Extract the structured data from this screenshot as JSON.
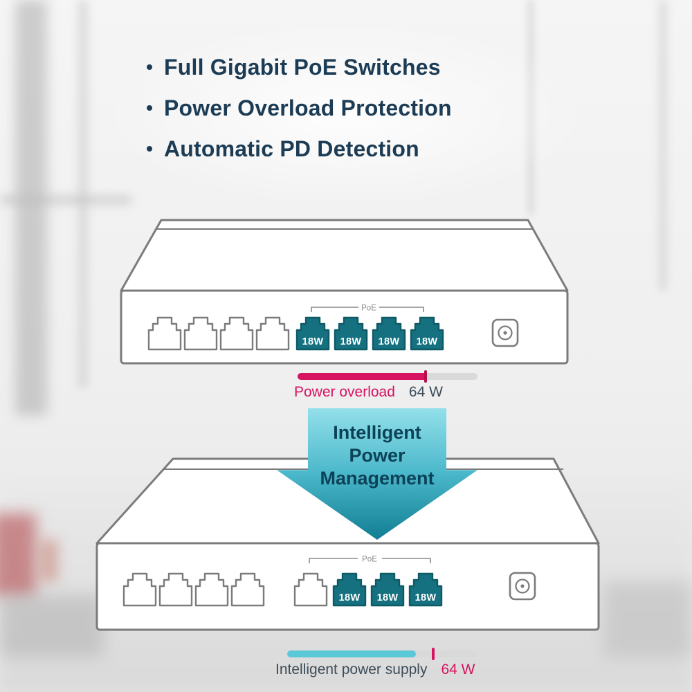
{
  "title_bullets": [
    "Full Gigabit PoE Switches",
    "Power Overload Protection",
    "Automatic PD Detection"
  ],
  "switch_top": {
    "poe_group_label": "PoE",
    "ports": [
      {
        "poe": false,
        "label": ""
      },
      {
        "poe": false,
        "label": ""
      },
      {
        "poe": false,
        "label": ""
      },
      {
        "poe": false,
        "label": ""
      },
      {
        "poe": true,
        "label": "18W"
      },
      {
        "poe": true,
        "label": "18W"
      },
      {
        "poe": true,
        "label": "18W"
      },
      {
        "poe": true,
        "label": "18W"
      }
    ],
    "power_bar": {
      "label": "Power overload",
      "value": "64 W"
    }
  },
  "arrow": {
    "lines": [
      "Intelligent",
      "Power",
      "Management"
    ]
  },
  "switch_bottom": {
    "poe_group_label": "PoE",
    "ports": [
      {
        "poe": false,
        "label": ""
      },
      {
        "poe": false,
        "label": ""
      },
      {
        "poe": false,
        "label": ""
      },
      {
        "poe": false,
        "label": ""
      },
      {
        "poe": false,
        "label": ""
      },
      {
        "poe": true,
        "label": "18W"
      },
      {
        "poe": true,
        "label": "18W"
      },
      {
        "poe": true,
        "label": "18W"
      }
    ],
    "power_bar": {
      "label": "Intelligent power supply",
      "value": "64 W"
    }
  },
  "colors": {
    "accent_pink": "#d6135f",
    "accent_cyan": "#5bc8d7",
    "poe_port_teal": "#15707f",
    "arrow_gradient_top": "#93e0ea",
    "arrow_gradient_bottom": "#117e93",
    "heading_text": "#1c3c55",
    "outline_gray": "#7b7b7b"
  }
}
